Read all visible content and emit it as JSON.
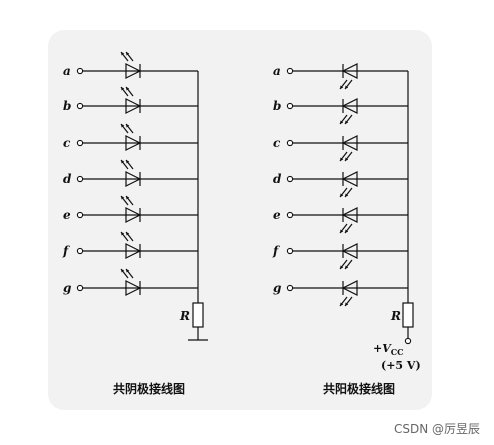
{
  "common_cathode": {
    "pins": [
      "a",
      "b",
      "c",
      "d",
      "e",
      "f",
      "g"
    ],
    "resistor_label": "R",
    "caption": "共阴极接线图"
  },
  "common_anode": {
    "pins": [
      "a",
      "b",
      "c",
      "d",
      "e",
      "f",
      "g"
    ],
    "resistor_label": "R",
    "supply_label": "+V",
    "supply_subscript": "CC",
    "supply_value": "(+5 V)",
    "caption": "共阳极接线图"
  },
  "watermark": "CSDN @厉昱辰",
  "colors": {
    "panel": "#f2f2f2",
    "line": "#111111",
    "text": "#111111",
    "watermark": "#666666"
  }
}
